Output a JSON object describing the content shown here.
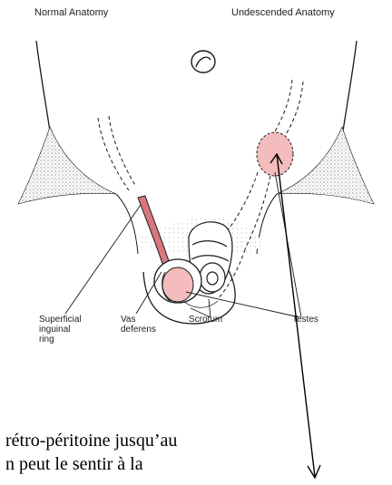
{
  "figure": {
    "header_left": "Normal Anatomy",
    "header_right": "Undescended Anatomy",
    "labels": {
      "superficial_inguinal_ring": [
        "Superficial",
        "inguinal",
        "ring"
      ],
      "vas_deferens": [
        "Vas",
        "deferens"
      ],
      "scrotum": "Scrotum",
      "testes": "Testes"
    },
    "colors": {
      "testis_fill": "#f4bcbc",
      "testis_outline": "#d66a72",
      "canal_fill": "#d9767e",
      "line": "#1a1a1a"
    }
  },
  "body_text": {
    "line1": "rétro-péritoine jusqu’au",
    "line2": "n peut le sentir à la"
  }
}
